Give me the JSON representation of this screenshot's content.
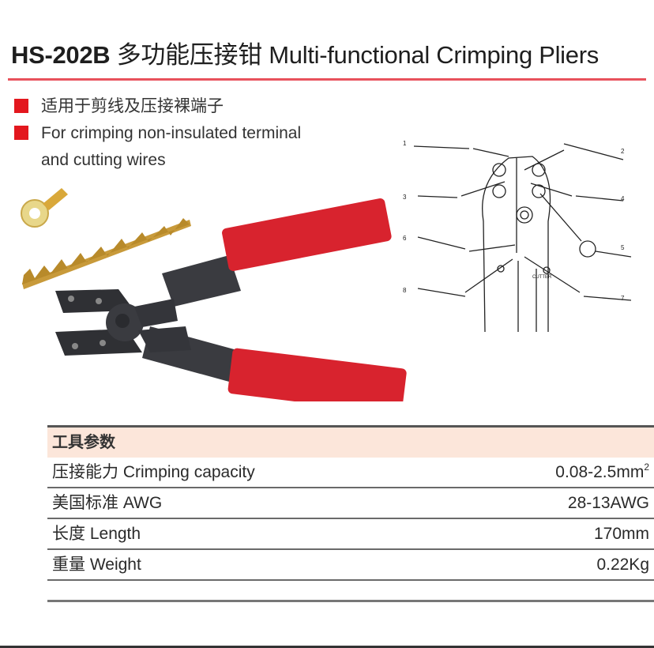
{
  "header": {
    "model": "HS-202B",
    "title_cn": "多功能压接钳",
    "title_en": "Multi-functional Crimping Pliers",
    "rule_color": "#e8525c"
  },
  "features": [
    {
      "text": "适用于剪线及压接裸端子"
    },
    {
      "text": "For crimping non-insulated terminal",
      "continuation": "and cutting wires"
    }
  ],
  "images": {
    "product_photo": "crimping-pliers-red-handles",
    "terminal_photo": "brass-ring-terminal-and-terminal-strip",
    "diagram": "line-drawing-of-pliers-jaw-with-8-terminal-types",
    "diagram_labels": [
      "1",
      "2",
      "3",
      "4",
      "5",
      "6",
      "7",
      "8"
    ],
    "diagram_text": [
      "CUTTER"
    ]
  },
  "spec_table": {
    "header": "工具参数",
    "rows": [
      {
        "label": "压接能力 Crimping capacity",
        "value": "0.08-2.5mm",
        "sup": "2"
      },
      {
        "label": "美国标准 AWG",
        "value": "28-13AWG"
      },
      {
        "label": "长度 Length",
        "value": "170mm"
      },
      {
        "label": "重量 Weight",
        "value": "0.22Kg"
      }
    ],
    "header_bg": "#fce6da"
  }
}
